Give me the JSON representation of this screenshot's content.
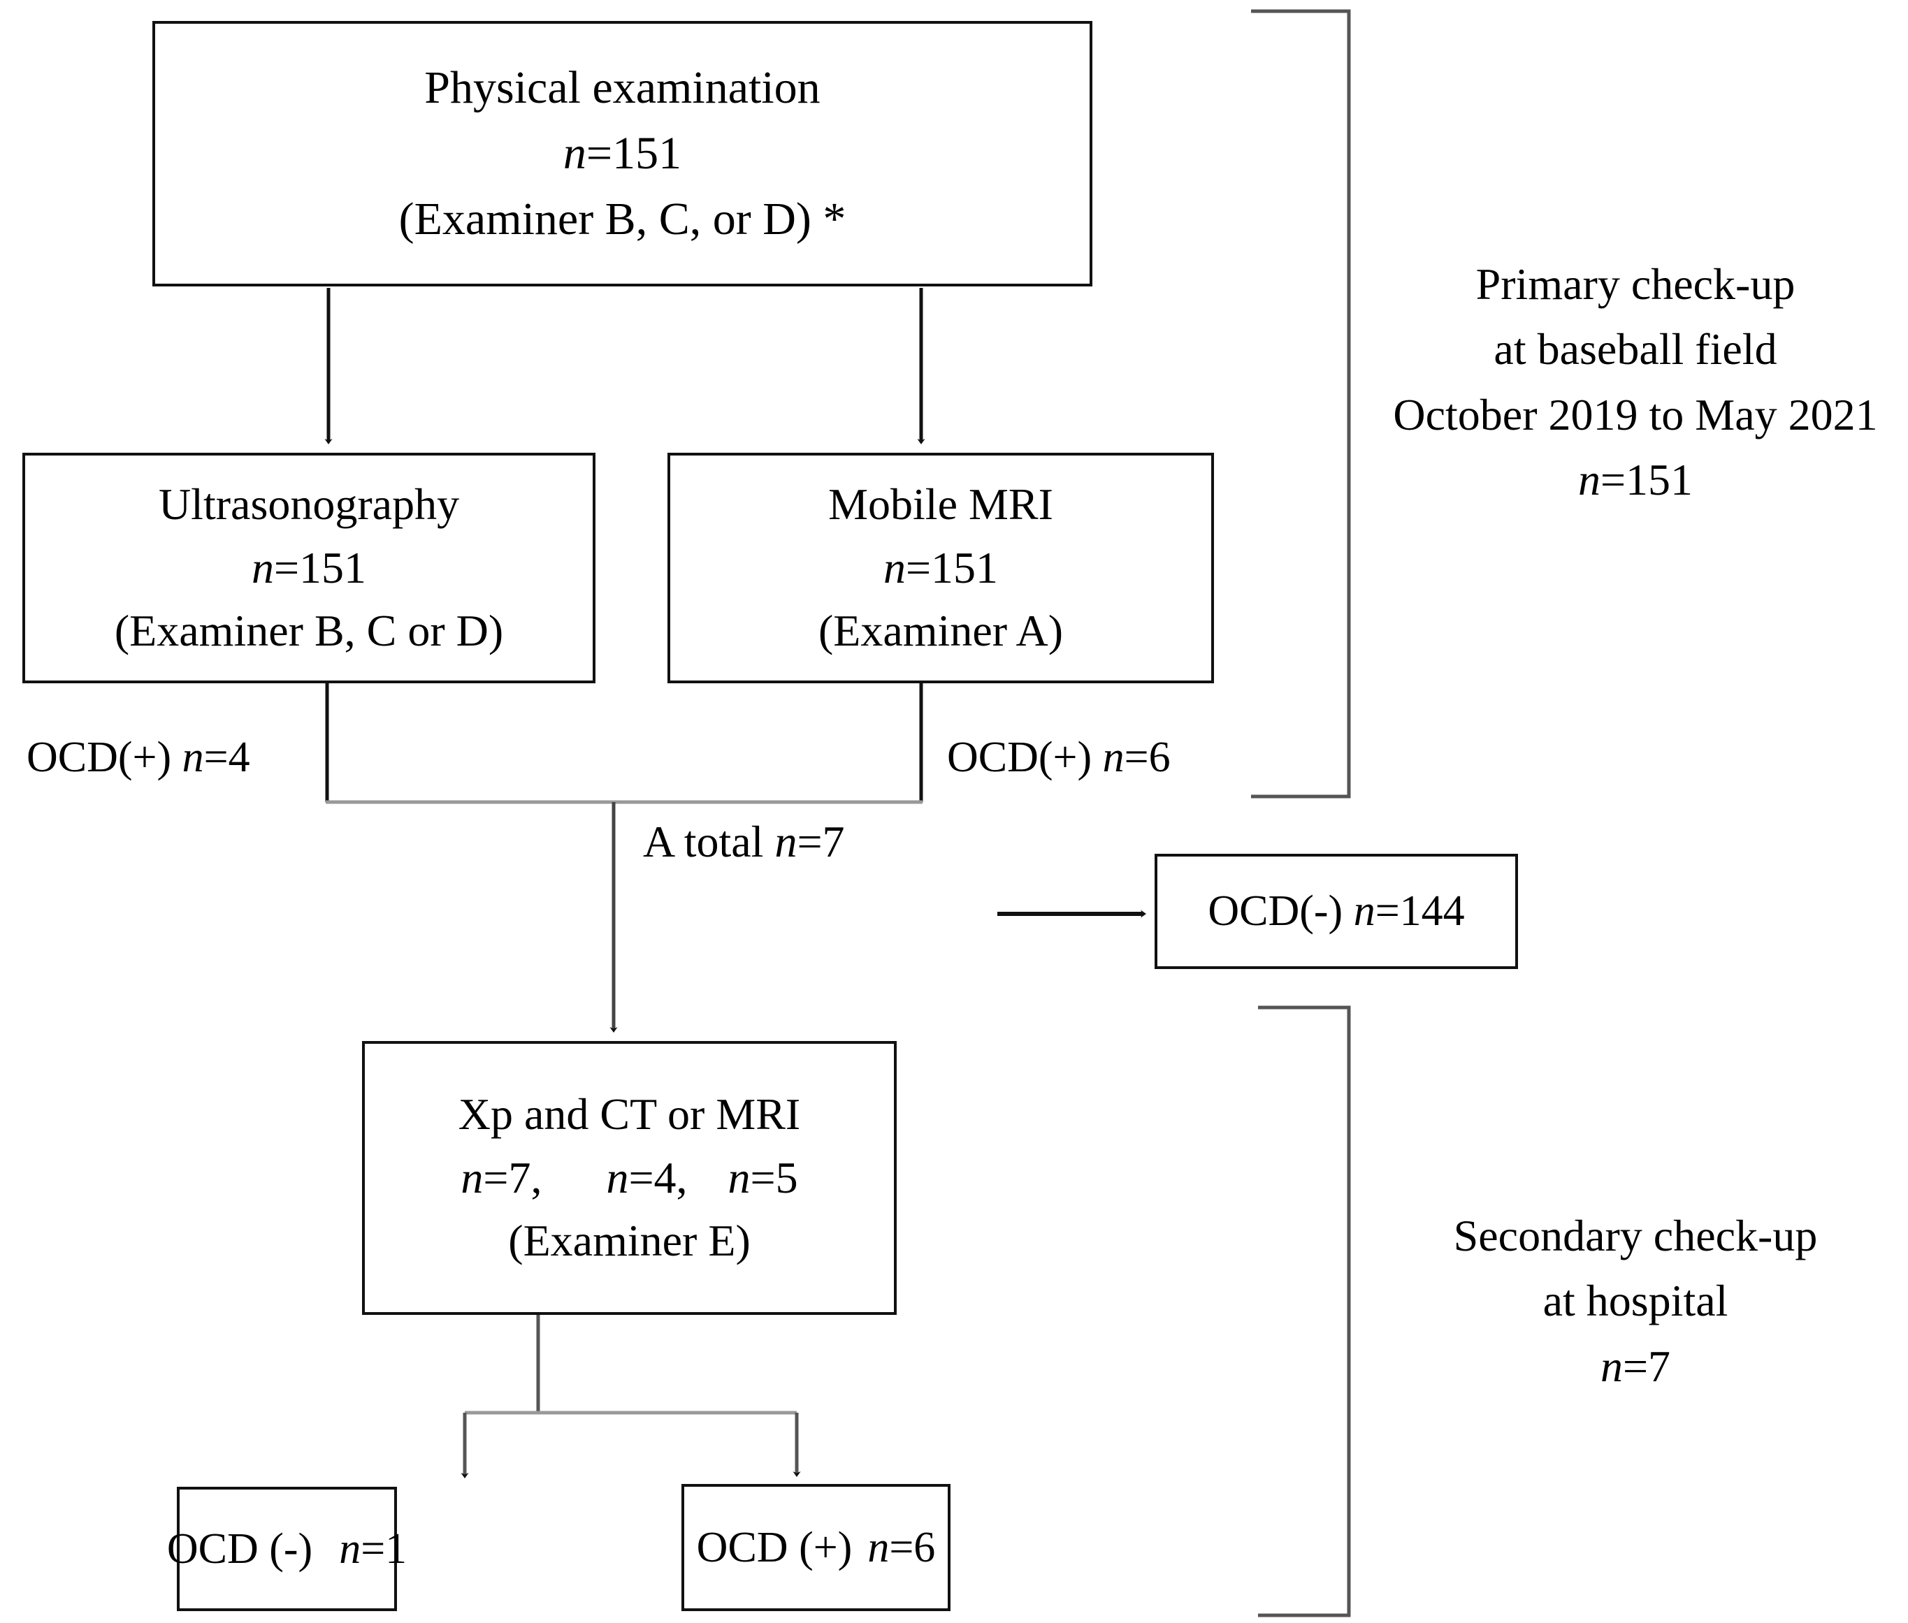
{
  "figure": {
    "type": "flowchart",
    "title": "OCD screening flow diagram",
    "orientation": "top-to-bottom"
  },
  "nodes": {
    "physical_exam": {
      "line1": "Physical examination",
      "line2_prefix": "n",
      "line2_value": "=151",
      "line3": "(Examiner B, C, or D) *"
    },
    "ultrasonography": {
      "line1": "Ultrasonography",
      "line2_prefix": "n",
      "line2_value": "=151",
      "line3": "(Examiner B, C or D)"
    },
    "mobile_mri": {
      "line1": "Mobile MRI",
      "line2_prefix": "n",
      "line2_value": "=151",
      "line3": "(Examiner A)"
    },
    "ocd_negative_144": {
      "label_prefix": "OCD(-) ",
      "n_prefix": "n",
      "n_value": "=144"
    },
    "xp_ct_mri": {
      "line1": "Xp and CT or MRI",
      "n1_prefix": "n",
      "n1_value": "=7,",
      "n2_prefix": "n",
      "n2_value": "=4,",
      "n3_prefix": "n",
      "n3_value": "=5",
      "line3": "(Examiner E)"
    },
    "ocd_negative_1": {
      "label_prefix": "OCD (-)",
      "n_prefix": "n",
      "n_value": "=1"
    },
    "ocd_positive_6": {
      "label_prefix": "OCD (+)",
      "n_prefix": "n",
      "n_value": "=6"
    }
  },
  "edge_labels": {
    "ocd_positive_us": {
      "text": "OCD(+) ",
      "n_prefix": "n",
      "n_value": "=4"
    },
    "ocd_positive_mri": {
      "text": "OCD(+) ",
      "n_prefix": "n",
      "n_value": "=6"
    },
    "a_total": {
      "text": "A total ",
      "n_prefix": "n",
      "n_value": "=7"
    }
  },
  "side_notes": {
    "primary": {
      "line1": "Primary check-up",
      "line2": "at baseball field",
      "line3": "October 2019 to May 2021",
      "n_prefix": "n",
      "n_value": "=151"
    },
    "secondary": {
      "line1": "Secondary check-up",
      "line2": "at hospital",
      "n_prefix": "n",
      "n_value": "=7"
    }
  },
  "colors": {
    "stroke": "#111111",
    "background": "#ffffff",
    "text": "#000000"
  }
}
